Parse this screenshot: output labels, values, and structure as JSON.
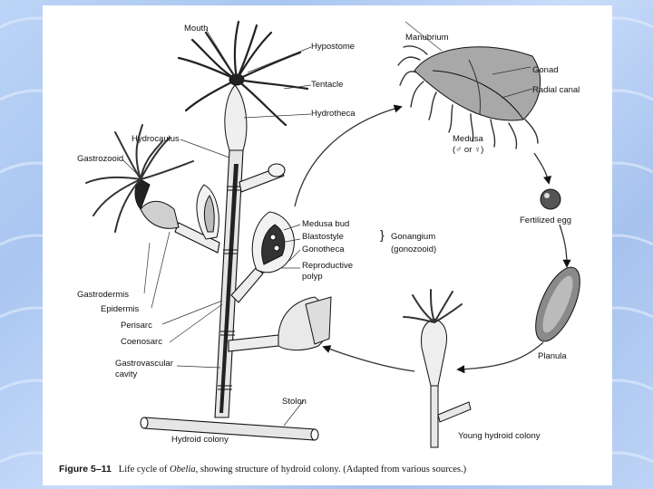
{
  "colors": {
    "background": "#b4cdf3",
    "panel": "#ffffff",
    "ink": "#111111"
  },
  "labels": {
    "mouth": "Mouth",
    "hypostome": "Hypostome",
    "tentacle": "Tentacle",
    "hydrotheca": "Hydrotheca",
    "hydrocaulus": "Hydrocaulus",
    "gastrozooid": "Gastrozooid",
    "manubrium": "Manubrium",
    "gonad": "Gonad",
    "radial_canal": "Radial canal",
    "medusa": "Medusa",
    "medusa_sex": "(♂ or ♀)",
    "fertilized_egg": "Fertilized egg",
    "medusa_bud": "Medusa bud",
    "blastostyle": "Blastostyle",
    "gonotheca": "Gonotheca",
    "gonangium": "Gonangium",
    "gonozooid": "(gonozooid)",
    "reproductive_polyp_1": "Reproductive",
    "reproductive_polyp_2": "polyp",
    "gastrodermis": "Gastrodermis",
    "epidermis": "Epidermis",
    "perisarc": "Perisarc",
    "coenosarc": "Coenosarc",
    "gastrovascular_1": "Gastrovascular",
    "gastrovascular_2": "cavity",
    "stolon": "Stolon",
    "hydroid_colony": "Hydroid colony",
    "planula": "Planula",
    "young_hydroid_colony": "Young hydroid colony"
  },
  "caption": {
    "figure_number": "Figure 5–11",
    "text_before": "Life cycle of ",
    "organism": "Obelia",
    "text_after": ", showing structure of hydroid colony. (Adapted from various sources.)"
  }
}
